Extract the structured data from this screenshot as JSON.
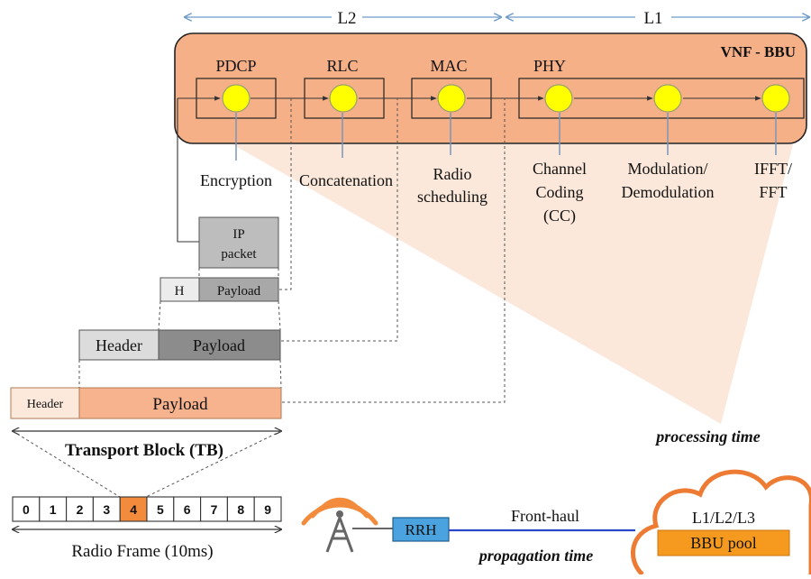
{
  "layers": {
    "l2": "L2",
    "l1": "L1"
  },
  "vnf_title": "VNF - BBU",
  "blocks": [
    "PDCP",
    "RLC",
    "MAC",
    "PHY"
  ],
  "functions": {
    "encryption": [
      "Encryption"
    ],
    "concatenation": [
      "Concatenation"
    ],
    "radio_scheduling": [
      "Radio",
      "scheduling"
    ],
    "channel_coding": [
      "Channel",
      "Coding",
      "(CC)"
    ],
    "modulation": [
      "Modulation/",
      "Demodulation"
    ],
    "ifft": [
      "IFFT/",
      "FFT"
    ]
  },
  "packets": {
    "ip": [
      "IP",
      "packet"
    ],
    "pdcp_header": "H",
    "pdcp_payload": "Payload",
    "rlc_header": "Header",
    "rlc_payload": "Payload",
    "mac_header": "Header",
    "mac_payload": "Payload"
  },
  "transport_block": "Transport Block (TB)",
  "radio_frame": {
    "slots": [
      "0",
      "1",
      "2",
      "3",
      "4",
      "5",
      "6",
      "7",
      "8",
      "9"
    ],
    "highlighted": "4",
    "label": "Radio Frame (10ms)"
  },
  "network": {
    "rrh": "RRH",
    "fronthaul": "Front-haul",
    "propagation": "propagation time",
    "processing": "processing time",
    "cloud_label": "L1/L2/L3",
    "bbu_pool": "BBU pool"
  },
  "colors": {
    "vnf_fill": "#f6b088",
    "frame_highlight": "#f28c3c",
    "bbu_pool": "#f59a1e",
    "rrh": "#4aa3df",
    "fronthaul_line": "#2a47c9",
    "cloud_stroke": "#ee7b33",
    "node_fill": "#ffff00",
    "layer_arrow": "#6d9bc8",
    "mac_payload": "#f7b38d",
    "mac_header": "#fce9dc"
  }
}
